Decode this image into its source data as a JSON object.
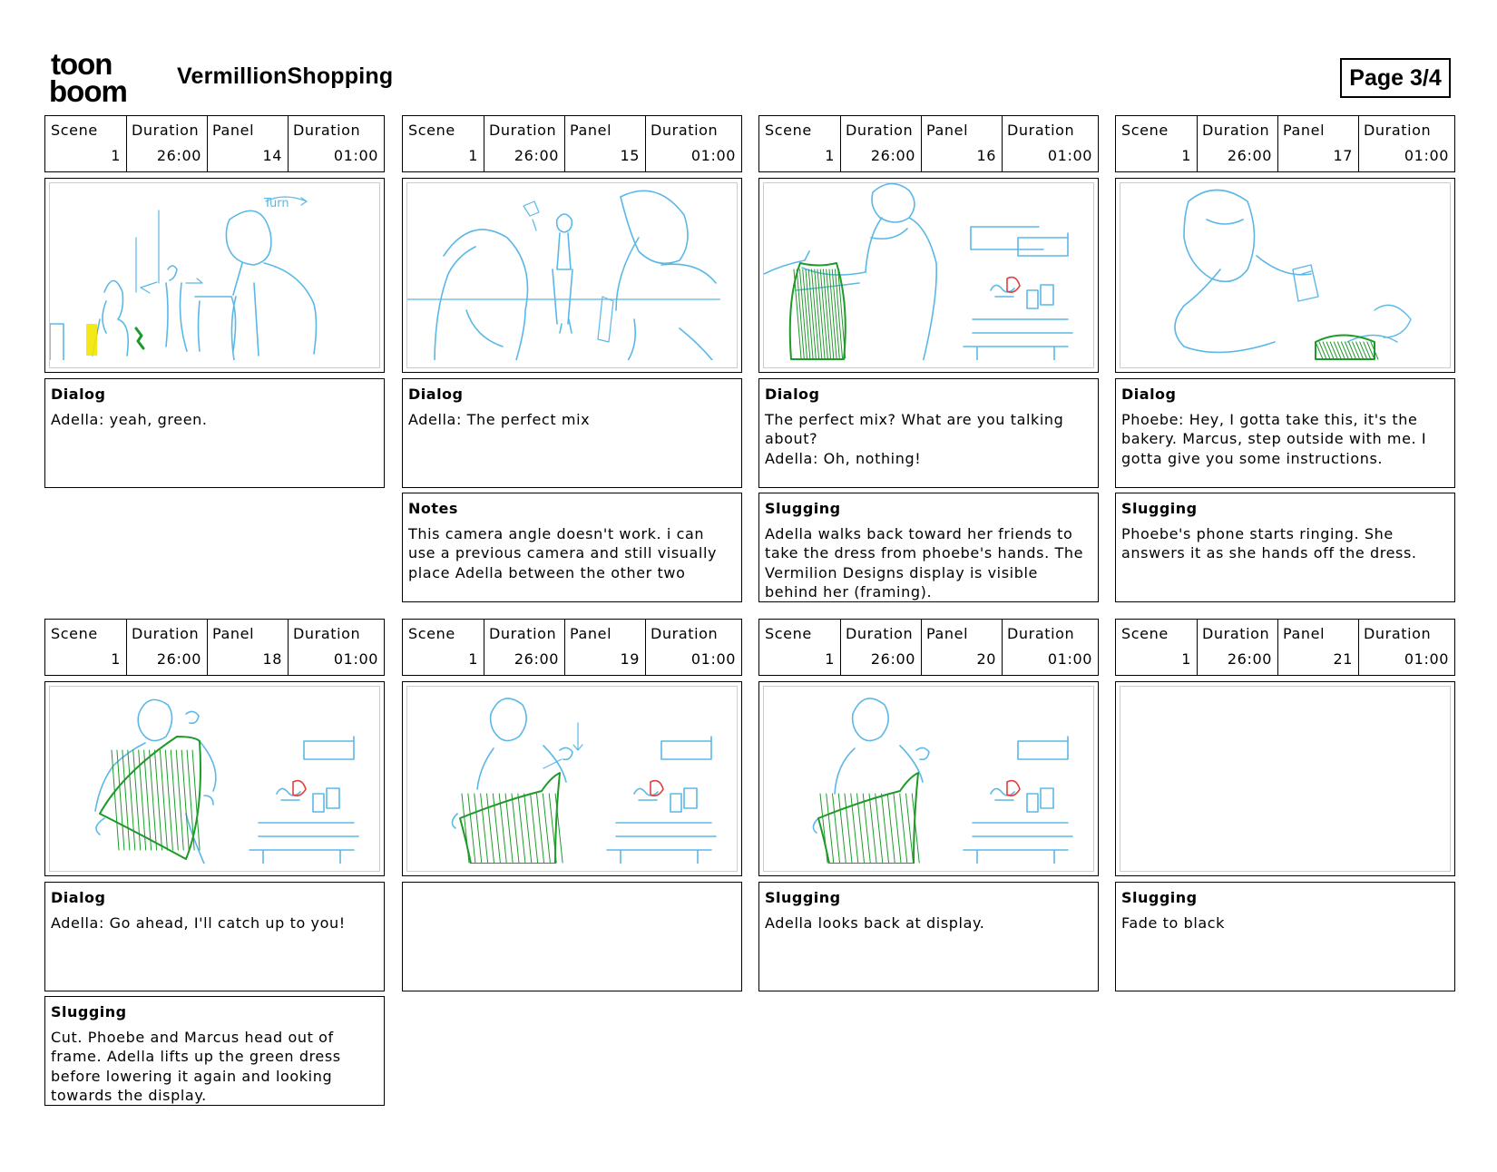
{
  "header": {
    "logo_text_top": "toon",
    "logo_text_bottom": "boom",
    "project_title": "VermillionShopping",
    "page_label": "Page 3/4"
  },
  "colors": {
    "sketch_blue": "#5bb8e6",
    "dress_green": "#1e9a2a",
    "accent_red": "#e04040",
    "highlight_yellow": "#f3e600"
  },
  "labels": {
    "scene": "Scene",
    "duration": "Duration",
    "panel": "Panel"
  },
  "panels": [
    {
      "scene": "1",
      "scene_duration": "26:00",
      "panel": "14",
      "panel_duration": "01:00",
      "sketch": "adella-green-display-turn",
      "sketch_note": "Turn",
      "boxes": [
        {
          "heading": "Dialog",
          "text": "Adella: yeah, green."
        }
      ]
    },
    {
      "scene": "1",
      "scene_duration": "26:00",
      "panel": "15",
      "panel_duration": "01:00",
      "sketch": "three-characters-wide",
      "boxes": [
        {
          "heading": "Dialog",
          "text": "Adella: The perfect mix"
        },
        {
          "heading": "Notes",
          "text": "This camera angle doesn't work. i can\nuse a previous camera and still visually\nplace Adella between the other two"
        }
      ]
    },
    {
      "scene": "1",
      "scene_duration": "26:00",
      "panel": "16",
      "panel_duration": "01:00",
      "sketch": "dress-handoff",
      "boxes": [
        {
          "heading": "Dialog",
          "text": "The perfect mix? What are you talking\nabout?\nAdella: Oh, nothing!"
        },
        {
          "heading": "Slugging",
          "text": "Adella walks back toward her friends to\ntake the dress from phoebe's hands. The\nVermilion Designs display is visible\nbehind her (framing)."
        }
      ]
    },
    {
      "scene": "1",
      "scene_duration": "26:00",
      "panel": "17",
      "panel_duration": "01:00",
      "sketch": "phoebe-phone",
      "boxes": [
        {
          "heading": "Dialog",
          "text": "Phoebe: Hey, I gotta take this, it's the\nbakery. Marcus, step outside with me. I\ngotta give you some instructions."
        },
        {
          "heading": "Slugging",
          "text": "Phoebe's phone starts ringing. She\nanswers it as she hands off the dress."
        }
      ]
    },
    {
      "scene": "1",
      "scene_duration": "26:00",
      "panel": "18",
      "panel_duration": "01:00",
      "sketch": "adella-lifts-dress",
      "boxes": [
        {
          "heading": "Dialog",
          "text": "Adella: Go ahead, I'll catch up to you!"
        },
        {
          "heading": "Slugging",
          "text": "Cut. Phoebe and Marcus head out of\nframe. Adella lifts up the green dress\nbefore lowering it again and looking\ntowards the display."
        }
      ]
    },
    {
      "scene": "1",
      "scene_duration": "26:00",
      "panel": "19",
      "panel_duration": "01:00",
      "sketch": "adella-lowers-dress",
      "boxes": [
        {
          "heading": "",
          "text": ""
        }
      ]
    },
    {
      "scene": "1",
      "scene_duration": "26:00",
      "panel": "20",
      "panel_duration": "01:00",
      "sketch": "adella-looks-display",
      "boxes": [
        {
          "heading": "Slugging",
          "text": "Adella looks back at display."
        }
      ]
    },
    {
      "scene": "1",
      "scene_duration": "26:00",
      "panel": "21",
      "panel_duration": "01:00",
      "sketch": "blank",
      "boxes": [
        {
          "heading": "Slugging",
          "text": "Fade to black"
        }
      ]
    }
  ]
}
